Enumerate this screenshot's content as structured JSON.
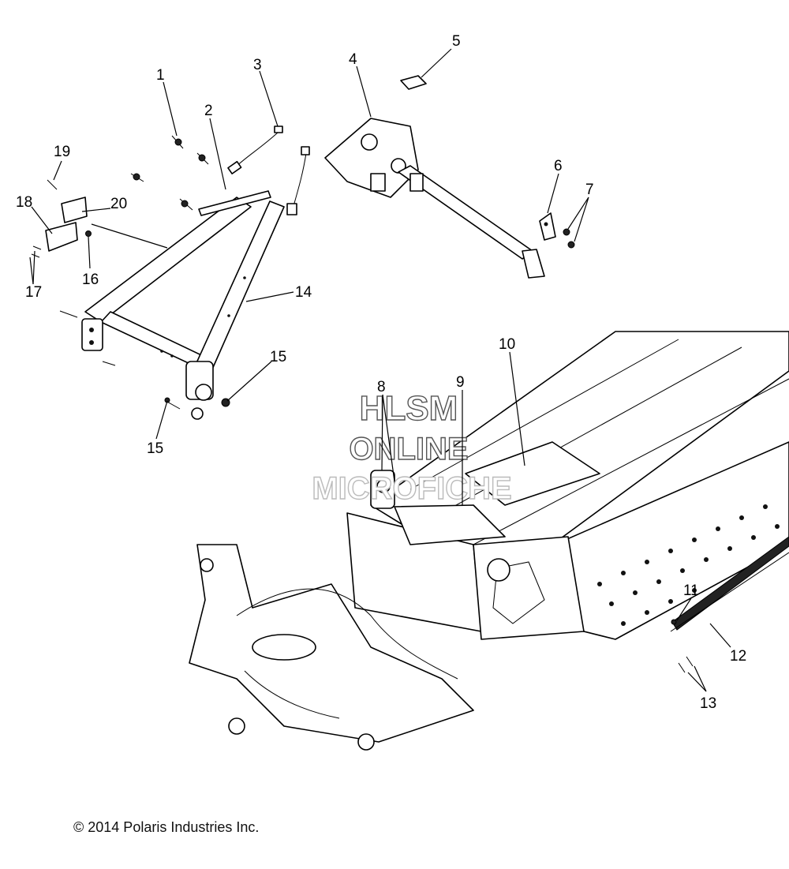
{
  "callouts": [
    {
      "id": "1",
      "label": "1"
    },
    {
      "id": "2",
      "label": "2"
    },
    {
      "id": "3",
      "label": "3"
    },
    {
      "id": "4",
      "label": "4"
    },
    {
      "id": "5",
      "label": "5"
    },
    {
      "id": "6",
      "label": "6"
    },
    {
      "id": "7",
      "label": "7"
    },
    {
      "id": "8",
      "label": "8"
    },
    {
      "id": "9",
      "label": "9"
    },
    {
      "id": "10",
      "label": "10"
    },
    {
      "id": "11",
      "label": "11"
    },
    {
      "id": "12",
      "label": "12"
    },
    {
      "id": "13",
      "label": "13"
    },
    {
      "id": "14",
      "label": "14"
    },
    {
      "id": "15a",
      "label": "15"
    },
    {
      "id": "15b",
      "label": "15"
    },
    {
      "id": "16",
      "label": "16"
    },
    {
      "id": "17",
      "label": "17"
    },
    {
      "id": "18",
      "label": "18"
    },
    {
      "id": "19",
      "label": "19"
    },
    {
      "id": "20",
      "label": "20"
    }
  ],
  "watermark": {
    "line1": "HLSM",
    "line2": "ONLINE",
    "line3": "MICROFICHE"
  },
  "copyright": "© 2014 Polaris Industries Inc."
}
